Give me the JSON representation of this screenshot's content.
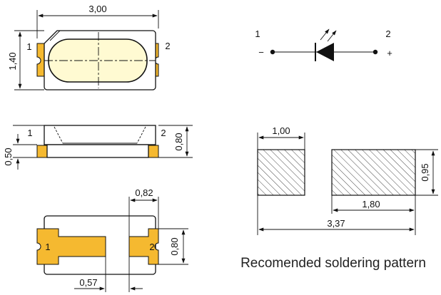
{
  "colors": {
    "pad": "#F5B930",
    "lens": "#FFFAD2",
    "line": "#111111"
  },
  "top_view": {
    "width_dim": "3,00",
    "height_dim": "1,40",
    "pin1": "1",
    "pin2": "2"
  },
  "side_view": {
    "pin1": "1",
    "pin2": "2",
    "total_height_dim": "0,80",
    "base_height_dim": "0,50"
  },
  "bottom_view": {
    "pad_gap_dim": "0,82",
    "pad_height_dim": "0,80",
    "neck_dim": "0,57",
    "pin1": "1",
    "pin2": "2"
  },
  "symbol": {
    "pin1": "1",
    "pin2": "2",
    "minus": "−",
    "plus": "+"
  },
  "pattern": {
    "pad_width_dim": "1,00",
    "pad_height_dim": "0,95",
    "right_pad_dim": "1,80",
    "total_dim": "3,37",
    "caption": "Recomended soldering pattern"
  }
}
